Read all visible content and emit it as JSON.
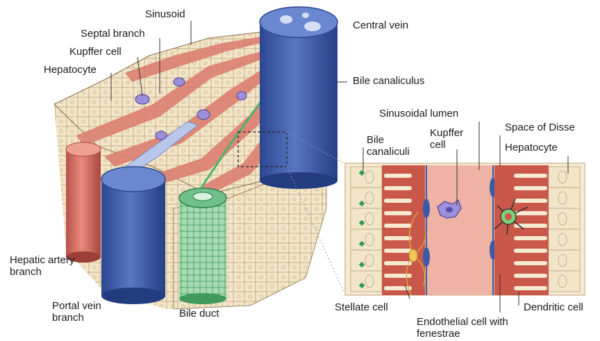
{
  "labels": {
    "sinusoid": "Sinusoid",
    "septal_branch": "Septal branch",
    "kupffer_cell_left": "Kupffer cell",
    "hepatocyte_left": "Hepatocyte",
    "central_vein": "Central vein",
    "bile_canaliculus": "Bile canaliculus",
    "sinusoidal_lumen": "Sinusoidal lumen",
    "bile_canaliculi": "Bile canaliculi",
    "kupffer_cell_right": "Kupffer cell",
    "space_of_disse": "Space of Disse",
    "hepatocyte_right": "Hepatocyte",
    "hepatic_artery_branch": "Hepatic artery branch",
    "portal_vein_branch": "Portal vein branch",
    "bile_duct": "Bile duct",
    "stellate_cell": "Stellate cell",
    "endothelial_cell": "Endothelial cell with fenestrae",
    "dendritic_cell": "Dendritic cell"
  },
  "colors": {
    "hepatocyte": "#f3e6c8",
    "hepatocyte_edge": "#b9a27a",
    "sinusoid": "#d9786a",
    "vein": "#3b5aa8",
    "artery": "#d46a5e",
    "bile_duct": "#6fc08a",
    "kupffer": "#8a7fd0",
    "lumen": "#efb3a6"
  }
}
